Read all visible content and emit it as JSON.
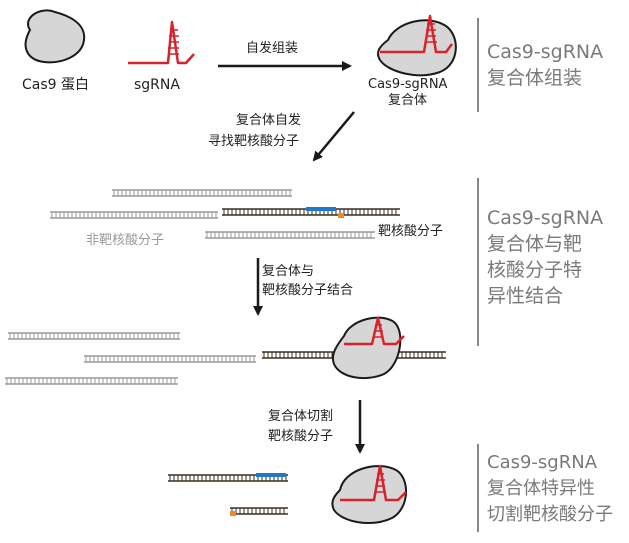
{
  "labels": {
    "cas9_protein": "Cas9 蛋白",
    "sgrna": "sgRNA",
    "assembly_arrow": "自发组装",
    "complex_line1": "Cas9-sgRNA",
    "complex_line2": "复合体",
    "search_line1": "复合体自发",
    "search_line2": "寻找靶核酸分子",
    "non_target": "非靶核酸分子",
    "target": "靶核酸分子",
    "bind_line1": "复合体与",
    "bind_line2": "靶核酸分子结合",
    "cut_line1": "复合体切割",
    "cut_line2": "靶核酸分子"
  },
  "steps": [
    {
      "lines": [
        "Cas9-sgRNA",
        "复合体组装"
      ]
    },
    {
      "lines": [
        "Cas9-sgRNA",
        "复合体与靶",
        "核酸分子特",
        "异性结合"
      ]
    },
    {
      "lines": [
        "Cas9-sgRNA",
        "复合体特异性",
        "切割靶核酸分子"
      ]
    }
  ],
  "colors": {
    "protein_fill": "#d6d6d6",
    "outline": "#1a1a1a",
    "rna": "#d7232b",
    "dna_target": "#3a2e22",
    "dna_nontarget": "#9a9a9a",
    "protospacer": "#1f78c8",
    "pam": "#f08a24",
    "step_text": "#7a7a7a",
    "divider": "#888888"
  }
}
